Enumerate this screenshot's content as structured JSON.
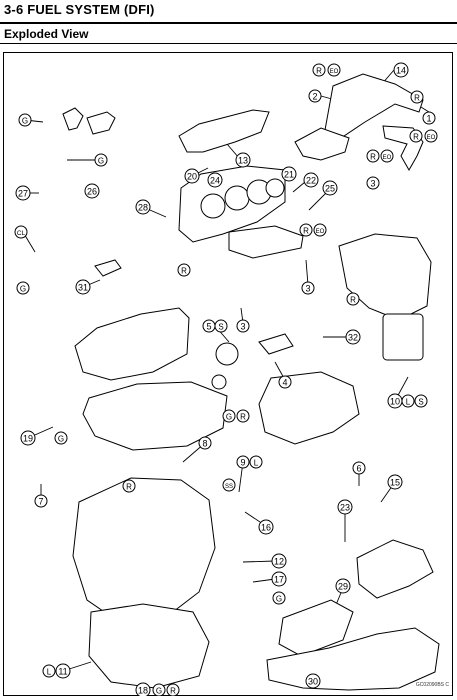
{
  "header": {
    "section_title": "3-6 FUEL SYSTEM (DFI)",
    "subtitle": "Exploded View"
  },
  "figure": {
    "code": "GC02090BS C",
    "callouts": {
      "c14": "14",
      "c1": "1",
      "c2": "2",
      "c13": "13",
      "c20": "20",
      "c24": "24",
      "c21": "21",
      "c22": "22",
      "c25": "25",
      "c28": "28",
      "c3a": "3",
      "c3b": "3",
      "c3c": "3",
      "c26": "26",
      "c27": "27",
      "c31": "31",
      "c5": "5",
      "c4": "4",
      "c32": "32",
      "c10": "10",
      "c19": "19",
      "c7": "7",
      "c8": "8",
      "c9": "9",
      "c6": "6",
      "c15": "15",
      "c23": "23",
      "c16": "16",
      "c12": "12",
      "c17": "17",
      "c29": "29",
      "c30": "30",
      "c11": "11",
      "c18": "18"
    },
    "letters": {
      "G": "G",
      "R": "R",
      "EO": "EO",
      "L": "L",
      "S": "S",
      "SS": "SS",
      "CL": "CL"
    }
  }
}
